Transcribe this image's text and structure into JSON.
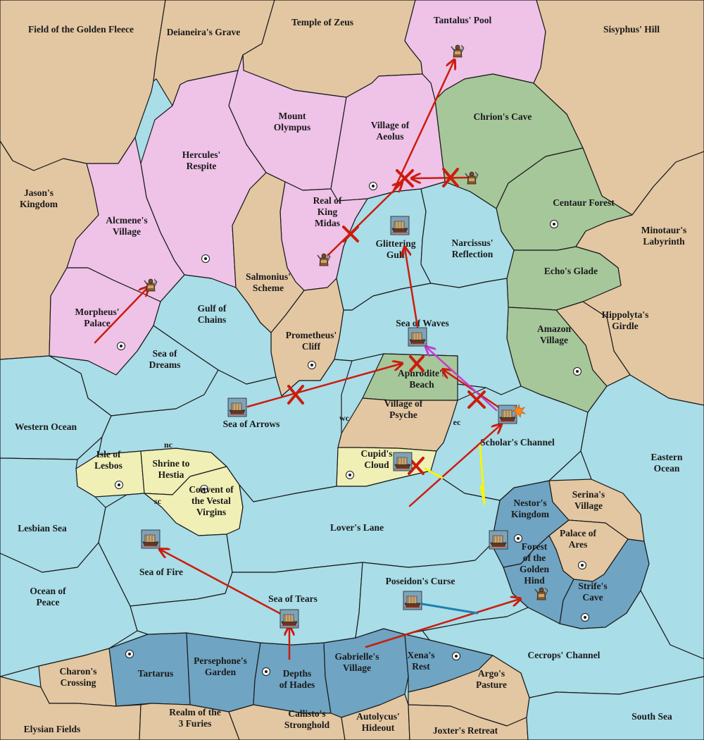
{
  "colors": {
    "sea": "#a9dde8",
    "land": "#e3c7a2",
    "pink": "#efc2e8",
    "green": "#a6c79a",
    "cream": "#efefb6",
    "blue": "#6fa4c3",
    "move_red": "#cc1c0c",
    "support_yellow": "#f5f50f",
    "convoy_blue": "#1c7fb0",
    "magenta": "#c73bcf"
  },
  "territories": {
    "field_of_the_golden_fleece": "Field of the Golden Fleece",
    "deianeiras_grave": "Deianeira's Grave",
    "temple_of_zeus": "Temple of Zeus",
    "tantalus_pool": "Tantalus' Pool",
    "sisyphus_hill": "Sisyphus' Hill",
    "chrions_cave": "Chrion's Cave",
    "mount_olympus": "Mount\nOlympus",
    "village_of_aeolus": "Village of\nAeolus",
    "hercules_respite": "Hercules'\nRespite",
    "jasons_kingdom": "Jason's\nKingdom",
    "alcmenes_village": "Alcmene's\nVillage",
    "real_of_king_midas": "Real of\nKing\nMidas",
    "glittering_gulf": "Glittering\nGulf",
    "narcissus_reflection": "Narcissus'\nReflection",
    "centaur_forest": "Centaur Forest",
    "minotaurs_labyrinth": "Minotaur's\nLabyrinth",
    "echos_glade": "Echo's Glade",
    "salmonius_scheme": "Salmonius'\nScheme",
    "gulf_of_chains": "Gulf of\nChains",
    "morpheus_palace": "Morpheus'\nPalace",
    "sea_of_waves": "Sea of Waves",
    "prometheus_cliff": "Prometheus'\nCliff",
    "hippolytas_girdle": "Hippolyta's\nGirdle",
    "amazon_village": "Amazon\nVillage",
    "sea_of_dreams": "Sea of\nDreams",
    "aphrodites_beach": "Aphrodite's\nBeach",
    "western_ocean": "Western Ocean",
    "sea_of_arrows": "Sea of Arrows",
    "village_of_psyche": "Village of\nPsyche",
    "scholars_channel": "Scholar's Channel",
    "eastern_ocean": "Eastern\nOcean",
    "isle_of_lesbos": "Isle of\nLesbos",
    "shrine_to_hestia": "Shrine to\nHestia",
    "convent_of_the_vestal_virgins": "Convent of\nthe Vestal\nVirgins",
    "cupids_cloud": "Cupid's\nCloud",
    "serinas_village": "Serina's\nVillage",
    "nestors_kingdom": "Nestor's\nKingdom",
    "lesbian_sea": "Lesbian Sea",
    "lovers_lane": "Lover's Lane",
    "palace_of_ares": "Palace of\nAres",
    "sea_of_fire": "Sea of Fire",
    "forest_of_the_golden_hind": "Forest\nof the\nGolden\nHind",
    "strifes_cave": "Strife's\nCave",
    "poseidons_curse": "Poseidon's Curse",
    "ocean_of_peace": "Ocean of\nPeace",
    "sea_of_tears": "Sea of Tears",
    "cecrops_channel": "Cecrops' Channel",
    "charons_crossing": "Charon's\nCrossing",
    "tartarus": "Tartarus",
    "persephones_garden": "Persephone's\nGarden",
    "depths_of_hades": "Depths\nof Hades",
    "gabrielles_village": "Gabrielle's\nVillage",
    "xenas_rest": "Xena's\nRest",
    "argos_pasture": "Argo's\nPasture",
    "elysian_fields": "Elysian Fields",
    "realm_of_the_3_furies": "Realm of the\n3 Furies",
    "callistos_stronghold": "Callisto's\nStronghold",
    "autolycus_hideout": "Autolycus'\nHideout",
    "joxters_retreat": "Joxter's Retreat",
    "south_sea": "South Sea"
  },
  "coast_labels": {
    "nc": "nc",
    "sc": "sc",
    "wc": "wc",
    "ec": "ec"
  },
  "icons": {
    "army": "army-icon",
    "fleet": "fleet-icon",
    "supply_center": "supply-center-icon",
    "dislodged": "burst-icon"
  }
}
